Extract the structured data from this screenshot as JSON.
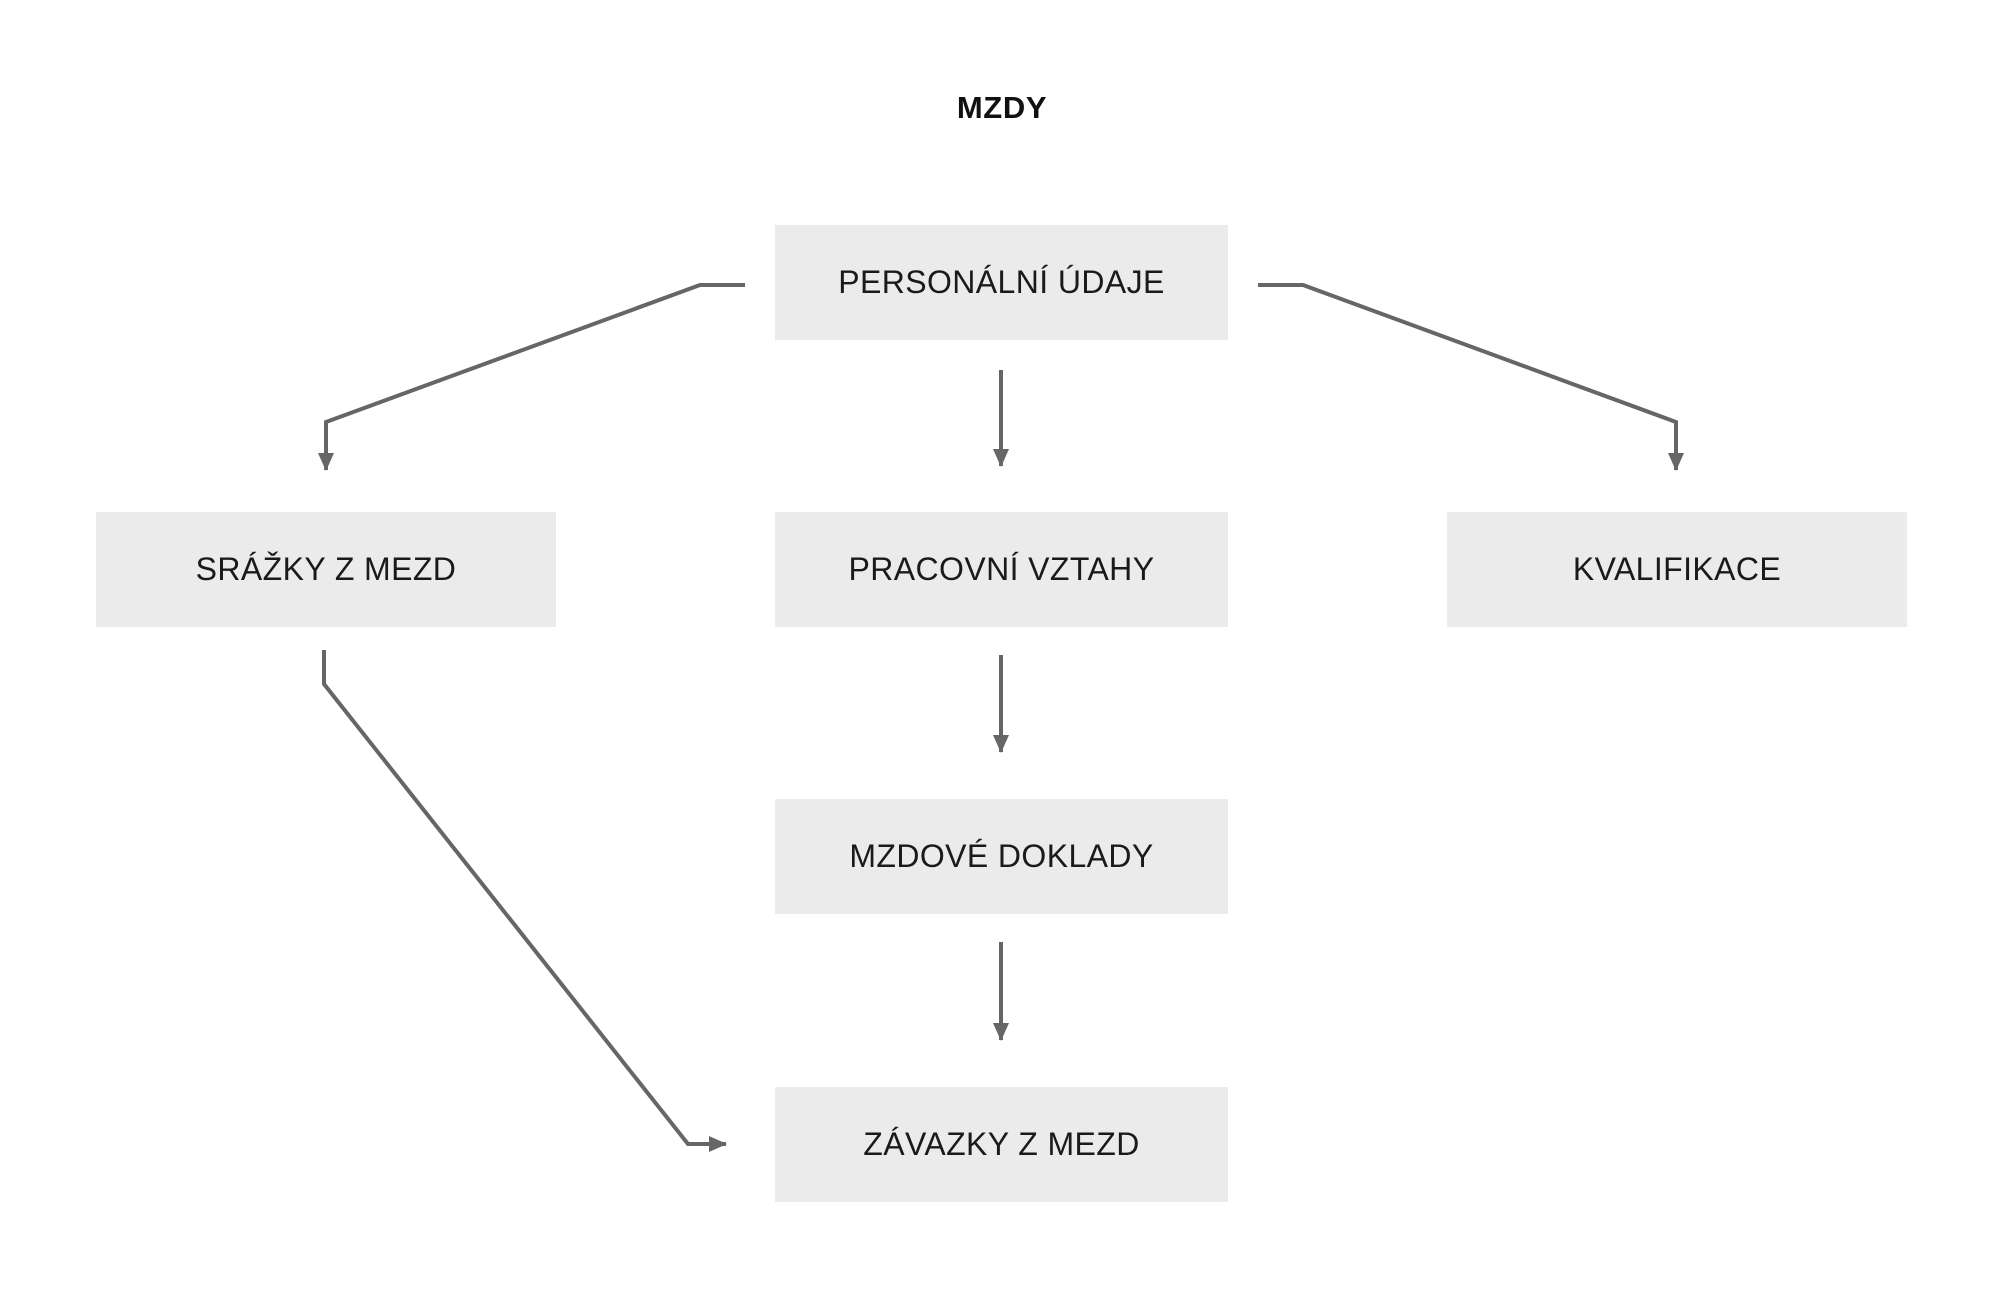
{
  "diagram": {
    "title": "MZDY",
    "accent_color": "#666666",
    "node_fill": "#ebebeb",
    "node_text_color": "#1a1a1a",
    "background": "#ffffff",
    "nodes": [
      {
        "id": "personalni-udaje",
        "label": "PERSONÁLNÍ ÚDAJE"
      },
      {
        "id": "srazky-z-mezd",
        "label": "SRÁŽKY Z MEZD"
      },
      {
        "id": "pracovni-vztahy",
        "label": "PRACOVNÍ VZTAHY"
      },
      {
        "id": "kvalifikace",
        "label": "KVALIFIKACE"
      },
      {
        "id": "mzdove-doklady",
        "label": "MZDOVÉ DOKLADY"
      },
      {
        "id": "zavazky-z-mezd",
        "label": "ZÁVAZKY Z MEZD"
      }
    ],
    "edges": [
      {
        "id": "edge-personalni-udaje-to-srazky-z-mezd",
        "from": "personalni-udaje",
        "to": "srazky-z-mezd",
        "arrow": "down"
      },
      {
        "id": "edge-personalni-udaje-to-pracovni-vztahy",
        "from": "personalni-udaje",
        "to": "pracovni-vztahy",
        "arrow": "down"
      },
      {
        "id": "edge-personalni-udaje-to-kvalifikace",
        "from": "personalni-udaje",
        "to": "kvalifikace",
        "arrow": "down"
      },
      {
        "id": "edge-pracovni-vztahy-to-mzdove-doklady",
        "from": "pracovni-vztahy",
        "to": "mzdove-doklady",
        "arrow": "down"
      },
      {
        "id": "edge-mzdove-doklady-to-zavazky-z-mezd",
        "from": "mzdove-doklady",
        "to": "zavazky-z-mezd",
        "arrow": "down"
      },
      {
        "id": "edge-srazky-z-mezd-to-zavazky-z-mezd",
        "from": "srazky-z-mezd",
        "to": "zavazky-z-mezd",
        "arrow": "right"
      }
    ]
  }
}
